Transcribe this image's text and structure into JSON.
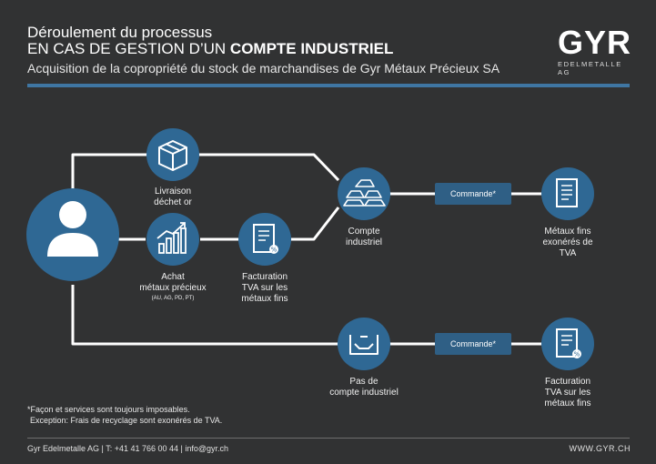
{
  "header": {
    "title_line1": "Déroulement du processus",
    "title_line2_prefix": "EN CAS DE GESTION D’UN ",
    "title_line2_bold": "COMPTE INDUSTRIEL",
    "subtitle": "Acquisition de la copropriété du stock de marchandises de Gyr Métaux Précieux SA"
  },
  "logo": {
    "letters": "GYR",
    "sub": "EDELMETALLE AG"
  },
  "nodes": {
    "livraison": "Livraison\ndéchet or",
    "achat": "Achat\nmétaux précieux",
    "achat_small": "(AU, AG, PD, PT)",
    "facturation1": "Facturation\nTVA sur les\nmétaux fins",
    "compte": "Compte\nindustriel",
    "metaux": "Métaux fins\nexonérés de\nTVA",
    "pas_compte": "Pas de\ncompte industriel",
    "facturation2": "Facturation\nTVA sur les\nmétaux fins"
  },
  "pills": {
    "commande1": "Commande*",
    "commande2": "Commande*"
  },
  "notes": {
    "line1": "*Façon et services sont toujours imposables.",
    "line2": "Exception: Frais de recyclage sont exonérés de TVA."
  },
  "footer": {
    "left": "Gyr Edelmetalle AG | T: +41 41 766 00 44 | info@gyr.ch",
    "right": "WWW.GYR.CH"
  },
  "colors": {
    "background": "#313233",
    "accent": "#3f76a3",
    "node": "#2f6894",
    "line": "#ffffff"
  }
}
